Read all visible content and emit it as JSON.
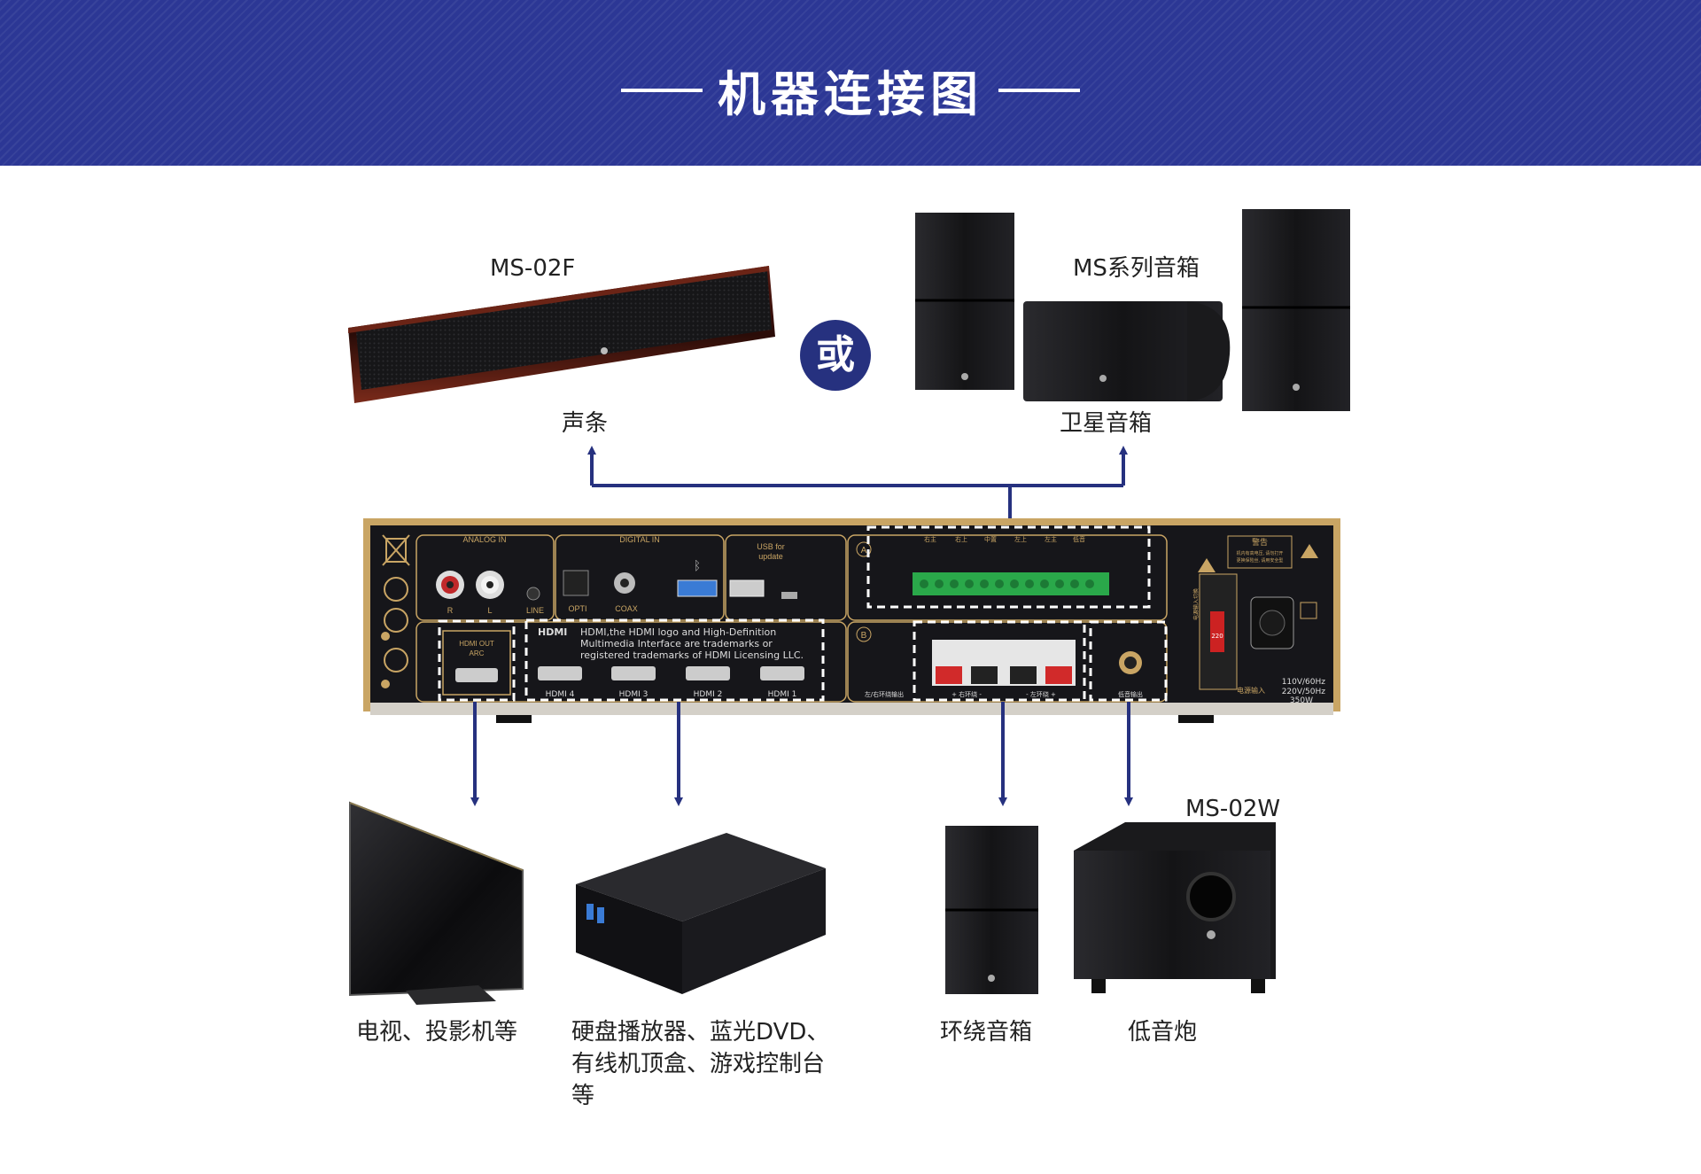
{
  "header": {
    "title": "机器连接图"
  },
  "or_badge": "或",
  "top": {
    "soundbar_model": "MS-02F",
    "soundbar_label": "声条",
    "satellite_model": "MS系列音箱",
    "satellite_label": "卫星音箱"
  },
  "rear_panel": {
    "analog_in": "ANALOG IN",
    "digital_in": "DIGITAL IN",
    "usb_for_update": [
      "USB for",
      "update"
    ],
    "jack_r": "R",
    "jack_l": "L",
    "jack_line": "LINE",
    "opti": "OPTI",
    "coax": "COAX",
    "hdmi_out_arc": [
      "HDMI OUT",
      "ARC"
    ],
    "hdmi_logo": "HDMI",
    "hdmi_notice": [
      "HDMI,the HDMI logo and High-Definition",
      "Multimedia Interface are trademarks or",
      "registered trademarks of HDMI Licensing LLC."
    ],
    "hdmi_ports": [
      "HDMI 4",
      "HDMI 3",
      "HDMI 2",
      "HDMI 1"
    ],
    "section_a": "A",
    "section_b": "B",
    "speaker_terminal_labels": [
      "右主",
      "右上",
      "中置",
      "左上",
      "左主",
      "低音"
    ],
    "surround_output": "左/右环绕输出",
    "right_surround": "+ 右环绕 -",
    "left_surround": "- 左环绕 +",
    "subwoofer_output": "低音输出",
    "warning": "警告",
    "warning_text": [
      "机内有高电压, 请勿打开",
      "更换保险丝, 请用安全型"
    ],
    "voltage_select": "电源输入切换",
    "voltage_value": "220",
    "power_input": "电源输入",
    "power_spec": [
      "110V/60Hz",
      "220V/50Hz",
      "350W"
    ]
  },
  "bottom": {
    "tv_label": "电视、投影机等",
    "player_label": "硬盘播放器、蓝光DVD、有线机顶盒、游戏控制台等",
    "surround_label": "环绕音箱",
    "sub_model": "MS-02W",
    "sub_label": "低音炮"
  },
  "colors": {
    "header_bg": "#2c3795",
    "arrow": "#26317f",
    "panel_gold": "#c9a564",
    "panel_black": "#16161a"
  }
}
